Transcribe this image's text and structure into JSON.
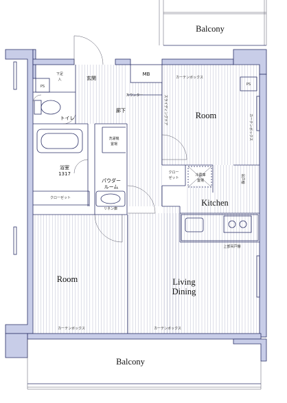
{
  "rooms": {
    "balcony_top": "Balcony",
    "balcony_bottom": "Balcony",
    "room_upper": "Room",
    "room_lower": "Room",
    "kitchen": "Kitchen",
    "living_line1": "Living",
    "living_line2": "Dining"
  },
  "fixtures": {
    "mb": "MB",
    "ps_left": "PS",
    "ps_right": "PS",
    "genkan": "玄関",
    "geta_line1": "下足",
    "geta_line2": "入",
    "toilet": "トイレ",
    "rouka": "廊下",
    "bath_line1": "浴室",
    "bath_line2": "1317",
    "washer_line1": "洗濯機",
    "washer_line2": "置場",
    "powder_line1": "パウダー",
    "powder_line2": "ルーム",
    "closet_left": "クローゼット",
    "closet_kitchen_line1": "クロー",
    "closet_kitchen_line2": "ゼット",
    "fridge_line1": "冷蔵庫",
    "fridge_line2": "置場",
    "counter": "カウンター",
    "curtain_box_top": "カーテンボックス",
    "curtain_box_bottom_left": "カーテンボックス",
    "curtain_box_bottom_right": "カーテンボックス",
    "curtain_box_side": "カーテンボックス",
    "sliding_door": "スライディングドア",
    "linen_cabinet": "リネン庫",
    "hood": "吊戸棚",
    "upper_cabinet": "上部吊戸棚"
  },
  "colors": {
    "wall": "#c8cde8",
    "line": "#2a2f66",
    "floor_lines": "#b9bccf"
  }
}
